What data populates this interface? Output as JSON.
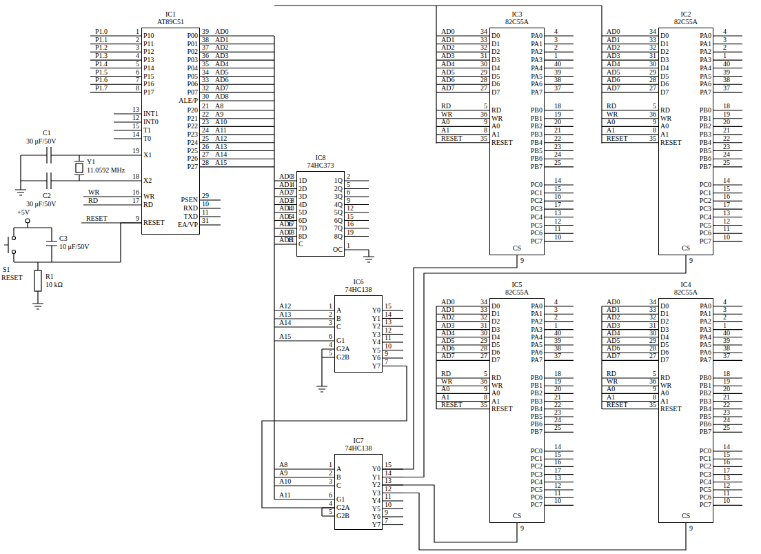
{
  "diagram": {
    "nodes": [
      {
        "text": [
          "IC1",
          "AT89C51"
        ]
      },
      {
        "text": [
          "IC3",
          "82C55A"
        ]
      },
      {
        "text": [
          "IC2",
          "82C55A"
        ]
      },
      {
        "text": [
          "IC8",
          "74HC373"
        ]
      },
      {
        "text": [
          "IC6",
          "74HC138"
        ]
      },
      {
        "text": [
          "IC7",
          "74HC138"
        ]
      },
      {
        "text": [
          "IC5",
          "82C55A"
        ]
      },
      {
        "text": [
          "IC4",
          "82C55A"
        ]
      }
    ],
    "edges": [
      {
        "from": 4,
        "to": 5,
        "arrow": "none"
      },
      {
        "from": 5,
        "to": 1,
        "arrow": "none"
      },
      {
        "from": 5,
        "to": 2,
        "arrow": "none"
      },
      {
        "from": 5,
        "to": 6,
        "arrow": "none"
      },
      {
        "from": 5,
        "to": 7,
        "arrow": "none"
      }
    ],
    "labels": [
      "P1.0",
      "1",
      "P10",
      "P1.1",
      "2",
      "P11",
      "P1.2",
      "3",
      "P12",
      "P1.3",
      "4",
      "P13",
      "P1.4",
      "5",
      "P14",
      "P1.5",
      "6",
      "P15",
      "P1.6",
      "7",
      "P16",
      "P1.7",
      "8",
      "P17",
      "13",
      "INT1",
      "12",
      "INT0",
      "15",
      "T1",
      "14",
      "T0",
      "19",
      "X1",
      "18",
      "X2",
      "WR",
      "16",
      "WR",
      "RD",
      "17",
      "RD",
      "RESET",
      "9",
      "RESET",
      "P00",
      "39",
      "AD0",
      "P01",
      "38",
      "AD1",
      "P02",
      "37",
      "AD2",
      "P03",
      "36",
      "AD3",
      "P04",
      "35",
      "AD4",
      "P05",
      "34",
      "AD5",
      "P06",
      "33",
      "AD6",
      "P07",
      "32",
      "AD7",
      "ALE/P",
      "30",
      "AD8",
      "P20",
      "21",
      "A8",
      "P21",
      "22",
      "A9",
      "P22",
      "23",
      "A10",
      "P23",
      "24",
      "A11",
      "P24",
      "25",
      "A12",
      "P25",
      "26",
      "A13",
      "P26",
      "27",
      "A14",
      "P27",
      "28",
      "A15",
      "PSEN",
      "29",
      "RXD",
      "10",
      "TXD",
      "11",
      "EA/VP",
      "31",
      "AD0",
      "3",
      "1D",
      "AD1",
      "4",
      "2D",
      "AD2",
      "7",
      "3D",
      "AD3",
      "8",
      "4D",
      "AD4",
      "13",
      "5D",
      "AD5",
      "14",
      "6D",
      "AD6",
      "17",
      "7D",
      "AD7",
      "18",
      "8D",
      "AD8",
      "11",
      "C",
      "1Q",
      "2",
      "2Q",
      "5",
      "3Q",
      "6",
      "4Q",
      "9",
      "5Q",
      "12",
      "6Q",
      "15",
      "7Q",
      "16",
      "8Q",
      "19",
      "OC",
      "1",
      "AD0",
      "34",
      "D0",
      "AD1",
      "33",
      "D1",
      "AD2",
      "32",
      "D2",
      "AD3",
      "31",
      "D3",
      "AD4",
      "30",
      "D4",
      "AD5",
      "29",
      "D5",
      "AD6",
      "28",
      "D6",
      "AD7",
      "27",
      "D7",
      "RD",
      "5",
      "RD",
      "WR",
      "36",
      "WR",
      "A0",
      "9",
      "A0",
      "A1",
      "8",
      "A1",
      "RESET",
      "35",
      "RESET",
      "PA0",
      "4",
      "PA1",
      "3",
      "PA2",
      "2",
      "PA3",
      "1",
      "PA4",
      "40",
      "PA5",
      "39",
      "PA6",
      "38",
      "PA7",
      "37",
      "PB0",
      "18",
      "PB1",
      "19",
      "PB2",
      "20",
      "PB3",
      "21",
      "PB4",
      "22",
      "PB5",
      "23",
      "PB6",
      "24",
      "PB7",
      "25",
      "PC0",
      "14",
      "PC1",
      "15",
      "PC2",
      "16",
      "PC3",
      "17",
      "PC4",
      "13",
      "PC5",
      "12",
      "PC6",
      "11",
      "PC7",
      "10",
      "CS",
      "9",
      "AD0",
      "34",
      "D0",
      "AD1",
      "33",
      "D1",
      "AD2",
      "32",
      "D2",
      "AD3",
      "31",
      "D3",
      "AD4",
      "30",
      "D4",
      "AD5",
      "29",
      "D5",
      "AD6",
      "28",
      "D6",
      "AD7",
      "27",
      "D7",
      "RD",
      "5",
      "RD",
      "WR",
      "36",
      "WR",
      "A0",
      "9",
      "A0",
      "A1",
      "8",
      "A1",
      "RESET",
      "35",
      "RESET",
      "PA0",
      "4",
      "PA1",
      "3",
      "PA2",
      "2",
      "PA3",
      "1",
      "PA4",
      "40",
      "PA5",
      "39",
      "PA6",
      "38",
      "PA7",
      "37",
      "PB0",
      "18",
      "PB1",
      "19",
      "PB2",
      "20",
      "PB3",
      "21",
      "PB4",
      "22",
      "PB5",
      "23",
      "PB6",
      "24",
      "PB7",
      "25",
      "PC0",
      "14",
      "PC1",
      "15",
      "PC2",
      "16",
      "PC3",
      "17",
      "PC4",
      "13",
      "PC5",
      "12",
      "PC6",
      "11",
      "PC7",
      "10",
      "CS",
      "9",
      "A12",
      "1",
      "A",
      "A13",
      "2",
      "B",
      "A14",
      "3",
      "C",
      "A15",
      "6",
      "G1",
      "4",
      "G2A",
      "5",
      "G2B",
      "Y0",
      "15",
      "Y1",
      "14",
      "Y2",
      "13",
      "Y3",
      "12",
      "Y4",
      "11",
      "Y5",
      "10",
      "Y6",
      "9",
      "Y7",
      "7",
      "A8",
      "1",
      "A",
      "A9",
      "2",
      "B",
      "A10",
      "3",
      "C",
      "A11",
      "6",
      "G1",
      "4",
      "G2A",
      "5",
      "G2B",
      "Y0",
      "15",
      "Y1",
      "14",
      "Y2",
      "13",
      "Y3",
      "12",
      "Y4",
      "11",
      "Y5",
      "10",
      "Y6",
      "9",
      "Y7",
      "7",
      "AD0",
      "34",
      "D0",
      "AD1",
      "33",
      "D1",
      "AD2",
      "32",
      "D2",
      "AD3",
      "31",
      "D3",
      "AD4",
      "30",
      "D4",
      "AD5",
      "29",
      "D5",
      "AD6",
      "28",
      "D6",
      "AD7",
      "27",
      "D7",
      "RD",
      "5",
      "RD",
      "WR",
      "36",
      "WR",
      "A0",
      "9",
      "A0",
      "A1",
      "8",
      "A1",
      "RESET",
      "35",
      "RESET",
      "PA0",
      "4",
      "PA1",
      "3",
      "PA2",
      "2",
      "PA3",
      "1",
      "PA4",
      "40",
      "PA5",
      "39",
      "PA6",
      "38",
      "PA7",
      "37",
      "PB0",
      "18",
      "PB1",
      "19",
      "PB2",
      "20",
      "PB3",
      "21",
      "PB4",
      "22",
      "PB5",
      "23",
      "PB6",
      "24",
      "PB7",
      "25",
      "PC0",
      "14",
      "PC1",
      "15",
      "PC2",
      "16",
      "PC3",
      "17",
      "PC4",
      "13",
      "PC5",
      "12",
      "PC6",
      "11",
      "PC7",
      "10",
      "CS",
      "9",
      "AD0",
      "34",
      "D0",
      "AD1",
      "33",
      "D1",
      "AD2",
      "32",
      "D2",
      "AD3",
      "31",
      "D3",
      "AD4",
      "30",
      "D4",
      "AD5",
      "29",
      "D5",
      "AD6",
      "28",
      "D6",
      "AD7",
      "27",
      "D7",
      "RD",
      "5",
      "RD",
      "WR",
      "36",
      "WR",
      "A0",
      "9",
      "A0",
      "A1",
      "8",
      "A1",
      "RESET",
      "35",
      "RESET",
      "PA0",
      "4",
      "PA1",
      "3",
      "PA2",
      "2",
      "PA3",
      "1",
      "PA4",
      "40",
      "PA5",
      "39",
      "PA6",
      "38",
      "PA7",
      "37",
      "PB0",
      "18",
      "PB1",
      "19",
      "PB2",
      "20",
      "PB3",
      "21",
      "PB4",
      "22",
      "PB5",
      "23",
      "PB6",
      "24",
      "PB7",
      "25",
      "PC0",
      "14",
      "PC1",
      "15",
      "PC2",
      "16",
      "PC3",
      "17",
      "PC4",
      "13",
      "PC5",
      "12",
      "PC6",
      "11",
      "PC7",
      "10",
      "CS",
      "9",
      "C1",
      "30 μF/50V",
      "Y1",
      "11.0592 MHz",
      "C2",
      "30 μF/50V",
      "+5V",
      "C3",
      "10 μF/50V",
      "S1",
      "RESET",
      "R1",
      "10 kΩ"
    ]
  }
}
